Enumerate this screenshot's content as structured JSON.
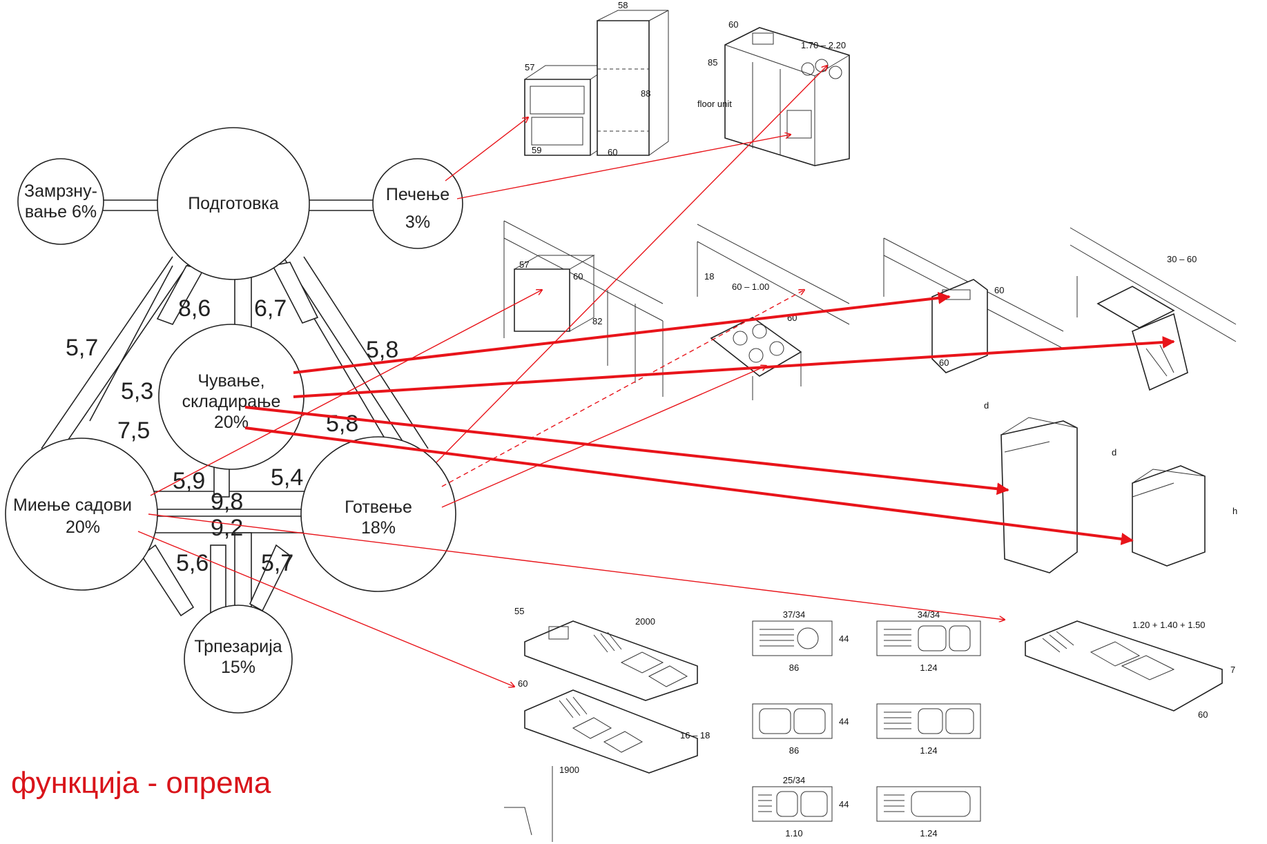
{
  "caption": "функција - опрема",
  "nodes": {
    "freezing": [
      "Замрзну-",
      "вање 6%"
    ],
    "preparation": [
      "Подготовка"
    ],
    "baking": [
      "Печење",
      "3%"
    ],
    "storage": [
      "Чување,",
      "складирање",
      "20%"
    ],
    "washing": [
      "Миење садови",
      "20%"
    ],
    "cooking": [
      "Готвење",
      "18%"
    ],
    "dining": [
      "Трпезарија",
      "15%"
    ]
  },
  "flows": {
    "prep_storage_left": "8,6",
    "prep_storage_right": "6,7",
    "prep_washing": "5,7",
    "prep_cooking": "5,8",
    "storage_washing_a": "5,3",
    "storage_washing_b": "7,5",
    "storage_cooking": "5,8",
    "washing_storage": "5,9",
    "cooking_storage": "5,4",
    "washing_cooking": "9,8",
    "cooking_washing": "9,2",
    "washing_dining": "5,6",
    "dining_cooking": "5,7"
  },
  "dims": {
    "oven_w": "57",
    "oven_d": "59",
    "tower_top": "58",
    "tower_h": "88",
    "tower_d": "60",
    "counter_w": "60",
    "counter_len": "1.70 – 2.20",
    "counter_h": "85",
    "floor_unit": "floor unit",
    "uc_oven_a": "57",
    "uc_oven_b": "60",
    "uc_oven_h": "82",
    "hob_18": "18",
    "hob_range": "60 – 1.00",
    "hob_60": "60",
    "shelf_60": "60",
    "shelf_60b": "60",
    "shelf_30": "30 – 60",
    "fridge_d": "d",
    "fridge2_d": "d",
    "fridge_h": "h",
    "sink_55": "55",
    "sink_2000": "2000",
    "sink_60": "60",
    "sink_1618": "16 – 18",
    "sink_1900": "1900",
    "s1_top": "37/34",
    "s1_bot": "86",
    "s1_h": "44",
    "s2_top": "34/34",
    "s2_bot": "1.24",
    "s3_bot": "86",
    "s3_h": "44",
    "s4_bot": "1.24",
    "s5_top": "25/34",
    "s5_bot": "1.10",
    "s5_h": "44",
    "s6_bot": "1.24",
    "ds_len": "1.20 + 1.40 + 1.50",
    "ds_7": "7",
    "ds_60": "60"
  },
  "colors": {
    "arrow": "#e8141a",
    "caption": "#d9141a",
    "line": "#222222"
  }
}
